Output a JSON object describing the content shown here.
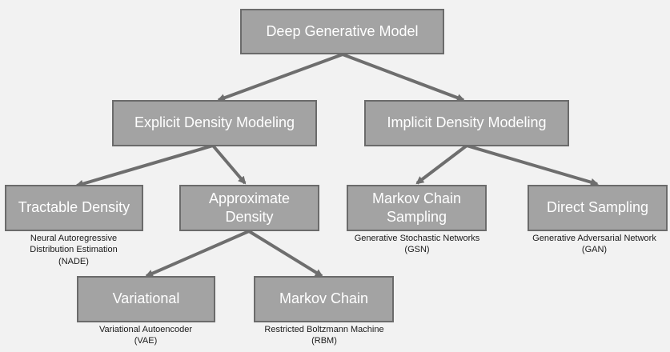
{
  "diagram": {
    "nodes": {
      "root": {
        "label": "Deep Generative Model"
      },
      "explicit": {
        "label": "Explicit Density Modeling"
      },
      "implicit": {
        "label": "Implicit Density Modeling"
      },
      "tractable": {
        "label": "Tractable Density"
      },
      "approximate": {
        "label": "Approximate\nDensity"
      },
      "markov_sampling": {
        "label": "Markov Chain\nSampling"
      },
      "direct": {
        "label": "Direct Sampling"
      },
      "variational": {
        "label": "Variational"
      },
      "markov_chain": {
        "label": "Markov Chain"
      }
    },
    "notes": {
      "tractable": "Neural Autoregressive\nDistribution Estimation\n(NADE)",
      "markov_sampling": "Generative Stochastic Networks\n(GSN)",
      "direct": "Generative Adversarial Network\n(GAN)",
      "variational": "Variational Autoencoder\n(VAE)",
      "markov_chain": "Restricted Boltzmann Machine\n(RBM)"
    },
    "edges": [
      [
        "root",
        "explicit"
      ],
      [
        "root",
        "implicit"
      ],
      [
        "explicit",
        "tractable"
      ],
      [
        "explicit",
        "approximate"
      ],
      [
        "implicit",
        "markov_sampling"
      ],
      [
        "implicit",
        "direct"
      ],
      [
        "approximate",
        "variational"
      ],
      [
        "approximate",
        "markov_chain"
      ]
    ],
    "colors": {
      "box_fill": "#a3a3a3",
      "box_border": "#6b6b6b",
      "box_text": "#ffffff",
      "arrow": "#6e6e6e",
      "background": "#f2f2f2",
      "note_text": "#1a1a1a"
    }
  }
}
